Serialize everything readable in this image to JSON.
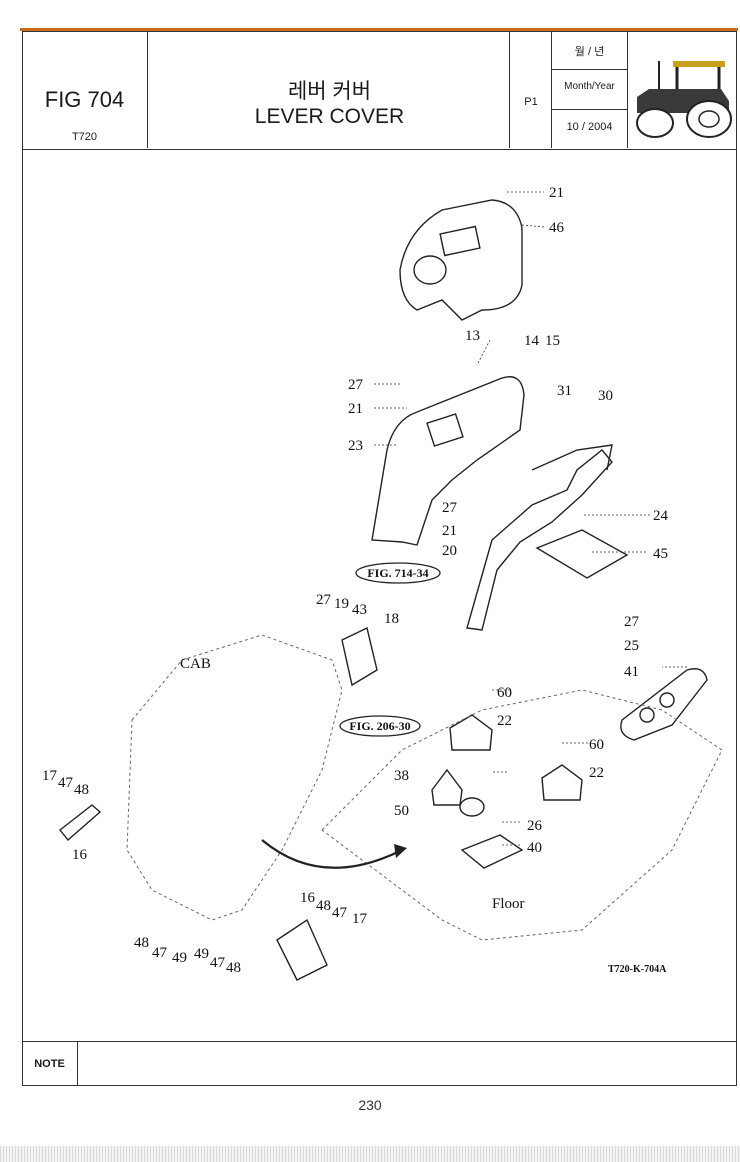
{
  "header": {
    "fig_no": "FIG 704",
    "model": "T720",
    "title_ko": "레버 커버",
    "title_en": "LEVER COVER",
    "page_code": "P1",
    "date_label_ko": "월 / 년",
    "date_label_en": "Month/Year",
    "date_value": "10 / 2004"
  },
  "diagram": {
    "callouts": {
      "c21a": "21",
      "c46": "46",
      "c13": "13",
      "c14": "14",
      "c15": "15",
      "c27a": "27",
      "c21b": "21",
      "c23": "23",
      "c31": "31",
      "c30": "30",
      "c27b": "27",
      "c21c": "21",
      "c20": "20",
      "c24": "24",
      "c45": "45",
      "c27c": "27",
      "c19": "19",
      "c43": "43",
      "c18": "18",
      "c27d": "27",
      "c25": "25",
      "c41": "41",
      "c60a": "60",
      "c22a": "22",
      "c60b": "60",
      "c22b": "22",
      "c38": "38",
      "c50": "50",
      "c26": "26",
      "c40": "40",
      "c17a": "17",
      "c47a": "47",
      "c48a": "48",
      "c16a": "16",
      "c16b": "16",
      "c48b": "48",
      "c47b": "47",
      "c17b": "17",
      "c48c": "48",
      "c47c": "47",
      "c49a": "49",
      "c49b": "49",
      "c47d": "47",
      "c48d": "48"
    },
    "labels": {
      "cab": "CAB",
      "floor": "Floor"
    },
    "fig_refs": {
      "ref1": "FIG. 714-34",
      "ref2": "FIG. 206-30"
    },
    "drawing_no": "T720-K-704A"
  },
  "footer": {
    "note_label": "NOTE",
    "page_number": "230"
  },
  "colors": {
    "accent_line": "#c86a1e",
    "ink": "#1a1a1a"
  }
}
